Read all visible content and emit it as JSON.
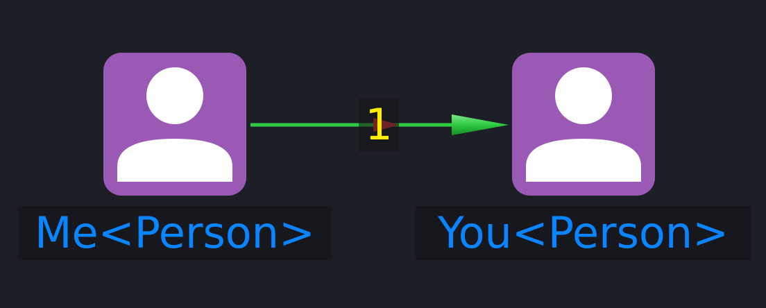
{
  "nodes": [
    {
      "label": "Me<Person>",
      "icon": "person-icon"
    },
    {
      "label": "You<Person>",
      "icon": "person-icon"
    }
  ],
  "edges": [
    {
      "from": "Me<Person>",
      "to": "You<Person>",
      "label": "1"
    }
  ],
  "colors": {
    "background": "#1d1f27",
    "node_fill": "#9b59b6",
    "label_text": "#0a84ff",
    "edge_line": "#2ecc40",
    "edge_midpoint_arrow": "#d9363e",
    "edge_number": "#ffee00"
  }
}
